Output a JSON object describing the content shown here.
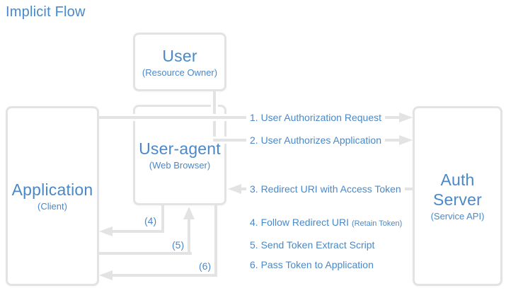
{
  "title": "Implicit Flow",
  "colors": {
    "accent": "#4a88c7",
    "line": "#e3e3e3"
  },
  "nodes": {
    "user": {
      "title": "User",
      "subtitle": "(Resource Owner)"
    },
    "user_agent": {
      "title": "User-agent",
      "subtitle": "(Web Browser)"
    },
    "application": {
      "title": "Application",
      "subtitle": "(Client)"
    },
    "auth_server": {
      "title": "Auth Server",
      "subtitle": "(Service API)"
    }
  },
  "steps": [
    {
      "text": "1. User Authorization Request",
      "note": ""
    },
    {
      "text": "2. User Authorizes Application",
      "note": ""
    },
    {
      "text": "3. Redirect URI with Access Token",
      "note": ""
    },
    {
      "text": "4. Follow Redirect URI",
      "note": "(Retain Token)"
    },
    {
      "text": "5. Send Token Extract Script",
      "note": ""
    },
    {
      "text": "6. Pass Token to Application",
      "note": ""
    }
  ],
  "connector_labels": {
    "c4": "(4)",
    "c5": "(5)",
    "c6": "(6)"
  }
}
